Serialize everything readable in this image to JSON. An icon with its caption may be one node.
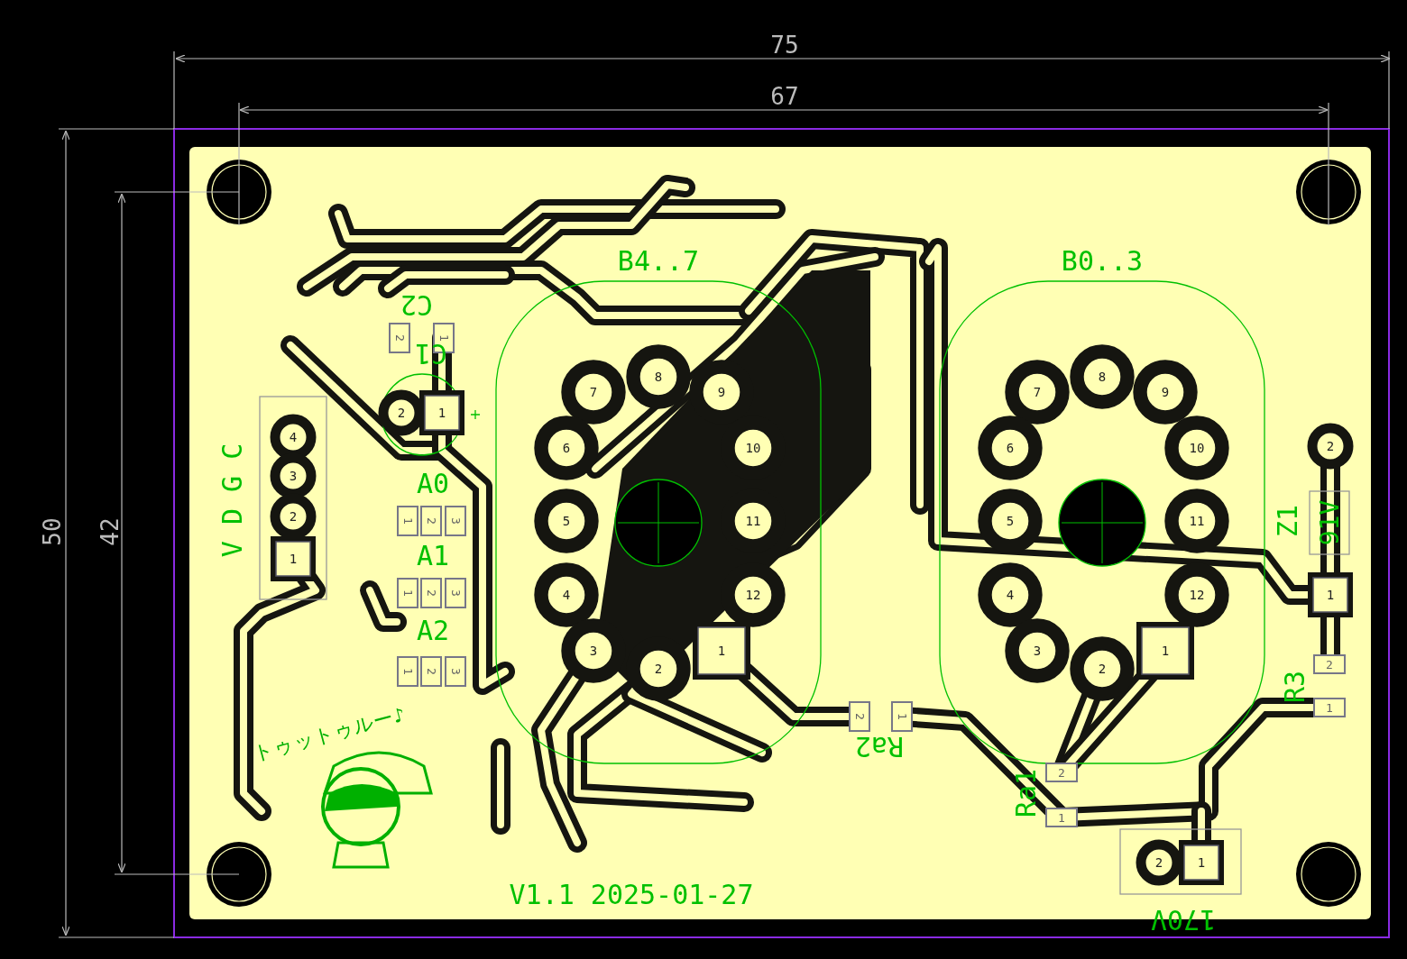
{
  "diagram": {
    "labels": [
      "75",
      "67",
      "50",
      "42",
      "B4..7",
      "B0..3",
      "C2",
      "C1",
      "V D G C",
      "A0",
      "A1",
      "A2",
      "Z1",
      "91V",
      "R3",
      "Ra2",
      "Ra1",
      "トゥットゥルー♪",
      "V1.1 2025-01-27",
      "170V",
      "7",
      "8",
      "9",
      "6",
      "10",
      "5",
      "11",
      "4",
      "12",
      "3",
      "2",
      "1",
      "7",
      "8",
      "9",
      "6",
      "10",
      "5",
      "11",
      "4",
      "12",
      "3",
      "2",
      "1",
      "4",
      "3",
      "2",
      "1",
      "2",
      "1",
      "2",
      "1",
      "1",
      "2",
      "3",
      "1",
      "2",
      "3",
      "1",
      "2",
      "3",
      "2",
      "1",
      "2",
      "1",
      "2",
      "1",
      "2",
      "1",
      "2",
      "1"
    ]
  }
}
